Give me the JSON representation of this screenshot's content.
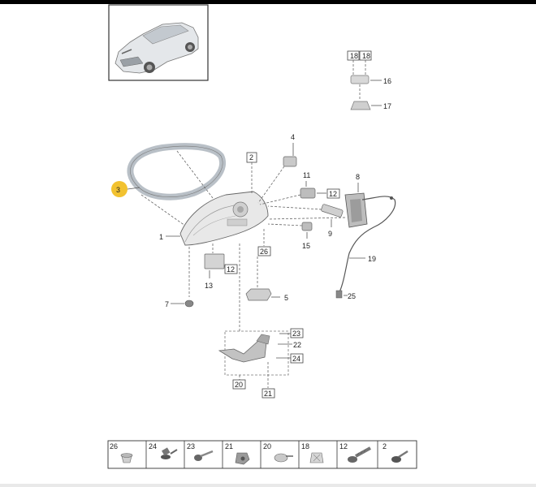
{
  "callouts": {
    "c1": "1",
    "c2": "2",
    "c3": "3",
    "c4": "4",
    "c5": "5",
    "c7": "7",
    "c8": "8",
    "c9": "9",
    "c11": "11",
    "c12a": "12",
    "c12b": "12",
    "c13": "13",
    "c15": "15",
    "c16": "16",
    "c17": "17",
    "c18a": "18",
    "c18b": "18",
    "c19": "19",
    "c20": "20",
    "c21": "21",
    "c22": "22",
    "c23": "23",
    "c24": "24",
    "c25": "25",
    "c26": "26"
  },
  "legend": [
    "26",
    "24",
    "23",
    "21",
    "20",
    "18",
    "12",
    "2"
  ]
}
